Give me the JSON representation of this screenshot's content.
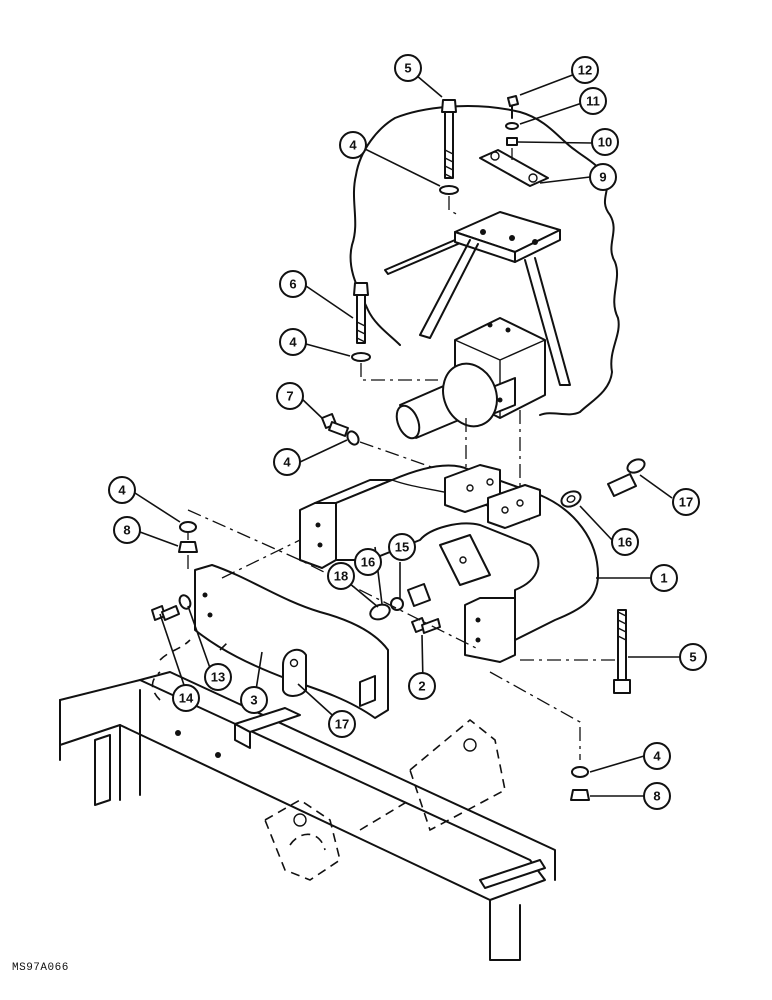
{
  "figure_code": "MS97A066",
  "callouts": [
    {
      "id": "c5a",
      "label": "5"
    },
    {
      "id": "c12",
      "label": "12"
    },
    {
      "id": "c11",
      "label": "11"
    },
    {
      "id": "c10",
      "label": "10"
    },
    {
      "id": "c4a",
      "label": "4"
    },
    {
      "id": "c9",
      "label": "9"
    },
    {
      "id": "c6",
      "label": "6"
    },
    {
      "id": "c4b",
      "label": "4"
    },
    {
      "id": "c7",
      "label": "7"
    },
    {
      "id": "c4c",
      "label": "4"
    },
    {
      "id": "c17a",
      "label": "17"
    },
    {
      "id": "c4d",
      "label": "4"
    },
    {
      "id": "c16a",
      "label": "16"
    },
    {
      "id": "c8a",
      "label": "8"
    },
    {
      "id": "c16b",
      "label": "16"
    },
    {
      "id": "c15",
      "label": "15"
    },
    {
      "id": "c18",
      "label": "18"
    },
    {
      "id": "c1",
      "label": "1"
    },
    {
      "id": "c13",
      "label": "13"
    },
    {
      "id": "c14",
      "label": "14"
    },
    {
      "id": "c3",
      "label": "3"
    },
    {
      "id": "c2",
      "label": "2"
    },
    {
      "id": "c5b",
      "label": "5"
    },
    {
      "id": "c17b",
      "label": "17"
    },
    {
      "id": "c4e",
      "label": "4"
    },
    {
      "id": "c8b",
      "label": "8"
    }
  ]
}
